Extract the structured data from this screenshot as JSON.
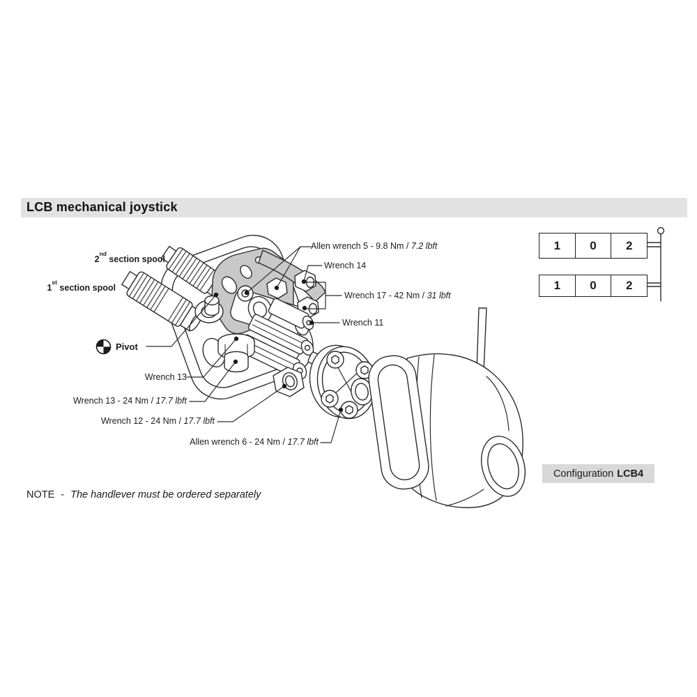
{
  "header": {
    "title": "LCB mechanical joystick"
  },
  "position_indicator": {
    "rows": [
      {
        "cells": [
          "1",
          "0",
          "2"
        ]
      },
      {
        "cells": [
          "1",
          "0",
          "2"
        ]
      }
    ]
  },
  "callouts": {
    "spool_2nd": {
      "num": "2",
      "sup": "nd",
      "text": " section spool"
    },
    "spool_1st": {
      "num": "1",
      "sup": "st",
      "text": " section spool"
    },
    "pivot": {
      "text": "Pivot"
    },
    "allen_wrench_5": {
      "text": "Allen wrench 5 - 9.8 Nm / ",
      "italic": "7.2 lbft"
    },
    "wrench_14": {
      "text": "Wrench 14"
    },
    "wrench_17": {
      "text": "Wrench 17 - 42 Nm / ",
      "italic": "31 lbft"
    },
    "wrench_11": {
      "text": "Wrench 11"
    },
    "wrench_13": {
      "text": "Wrench 13"
    },
    "wrench_13_torque": {
      "text": "Wrench 13 - 24 Nm / ",
      "italic": "17.7 lbft"
    },
    "wrench_12_torque": {
      "text": "Wrench 12 - 24 Nm / ",
      "italic": "17.7 lbft"
    },
    "allen_wrench_6_torque": {
      "text": "Allen wrench 6 - 24 Nm / ",
      "italic": "17.7 lbft"
    }
  },
  "note": {
    "label": "NOTE",
    "dash": "-",
    "text": "The handlever must be ordered separately"
  },
  "configuration": {
    "label": "Configuration",
    "value": "LCB4"
  },
  "colors": {
    "header_bar": "#e2e2e2",
    "badge_bg": "#d8d8d8",
    "plate_gray": "#c8c8c8",
    "line_ink": "#2b2b2b"
  }
}
